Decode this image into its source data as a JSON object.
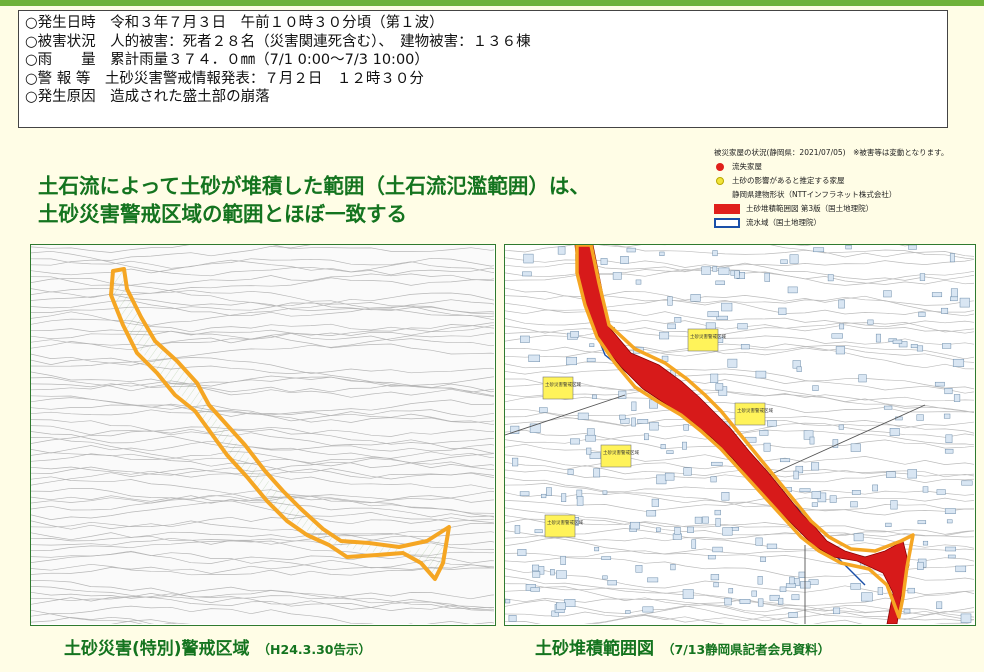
{
  "info": [
    "○発生日時　令和３年７月３日　午前１０時３０分頃（第１波）",
    "○被害状況　人的被害：死者２８名（災害関連死含む）、　建物被害：１３６棟",
    "○雨　　量　累計雨量３７４．０㎜（7/1 0:00～7/3 10:00）",
    "○警 報 等　土砂災害警戒情報発表：７月２日　１２時３０分",
    "○発生原因　造成された盛土部の崩落"
  ],
  "headline": [
    "土石流によって土砂が堆積した範囲（土石流氾濫範囲）は、",
    "土砂災害警戒区域の範囲とほぼ一致する"
  ],
  "legend": {
    "header": "被災家屋の状況(静岡県：2021/07/05)　※被害等は変動となります。",
    "items": [
      {
        "label": "流失家屋",
        "color": "#e0201b",
        "shape": "dot"
      },
      {
        "label": "土砂の影響があると推定する家屋",
        "color": "#f2e43a",
        "shape": "dot"
      },
      {
        "label": "静岡県建物形状（NTTインフラネット株式会社）",
        "color": "",
        "shape": "none"
      },
      {
        "label": "土砂堆積範囲図 第3版（国土地理院）",
        "color": "#e0201b",
        "shape": "rect"
      },
      {
        "label": "流水域（国土地理院）",
        "color": "#1a4fa8",
        "shape": "outline"
      }
    ]
  },
  "map_right_labels": [
    "土砂災害警戒区域",
    "土砂災害警戒区域",
    "土砂災害警戒区域",
    "土砂災害警戒区域",
    "土砂災害警戒区域"
  ],
  "colors": {
    "outline": "#f5a623",
    "deposit": "#d71a1a",
    "frame": "#2f7a2f",
    "heading": "#14741f"
  },
  "captions": {
    "left_main": "土砂災害(特別)警戒区域",
    "left_sub": "（H24.3.30告示）",
    "right_main": "土砂堆積範囲図",
    "right_sub": "（7/13静岡県記者会見資料）"
  }
}
